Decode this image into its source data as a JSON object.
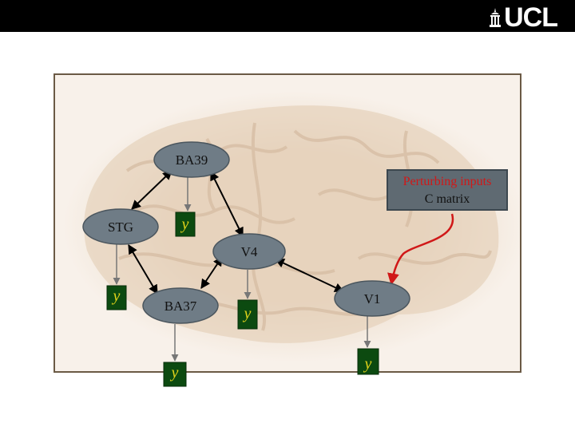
{
  "header": {
    "logo_text": "UCL"
  },
  "perturbation": {
    "line1": "Perturbing inputs",
    "line2": "C matrix"
  },
  "nodes": {
    "ba39": "BA39",
    "stg": "STG",
    "v4": "V4",
    "ba37": "BA37",
    "v1": "V1"
  },
  "outputs": {
    "y_ba39": "y",
    "y_stg": "y",
    "y_ba37": "y",
    "y_v4": "y",
    "y_v1": "y"
  },
  "colors": {
    "node_fill": "#6f7c86",
    "output_box": "#0c4a10",
    "output_text": "#e0d21a",
    "input_arrow": "#d01818"
  }
}
